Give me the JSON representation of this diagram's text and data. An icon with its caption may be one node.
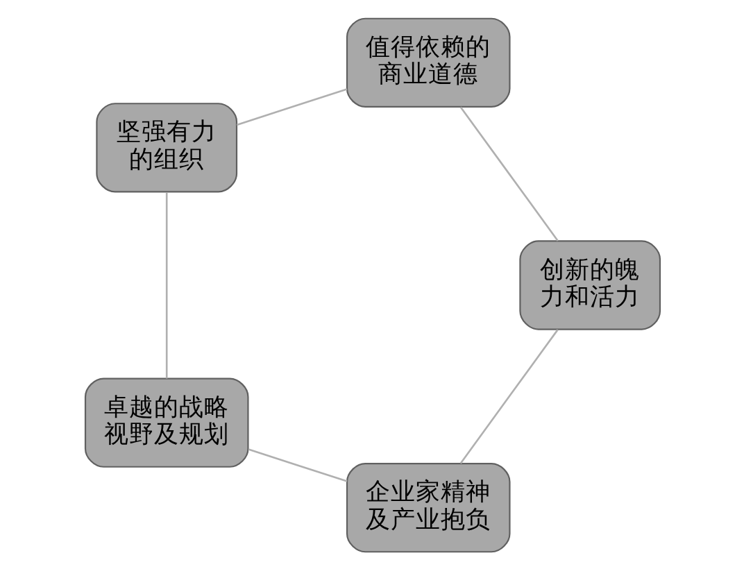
{
  "diagram": {
    "nodes": [
      {
        "text": [
          "企业家精神及产业抱负"
        ]
      },
      {
        "text": [
          "创新的魄力和活力"
        ]
      },
      {
        "text": [
          "卓越的战略视野及规划"
        ]
      },
      {
        "text": [
          "值得依赖的商业道德"
        ]
      },
      {
        "text": [
          "坚强有力的组织"
        ]
      }
    ],
    "edges": [
      {
        "from": 0,
        "to": 2,
        "arrow": "none"
      },
      {
        "from": 2,
        "to": 4,
        "arrow": "none"
      },
      {
        "from": 4,
        "to": 3,
        "arrow": "none"
      },
      {
        "from": 3,
        "to": 1,
        "arrow": "none"
      },
      {
        "from": 1,
        "to": 0,
        "arrow": "none"
      }
    ]
  }
}
